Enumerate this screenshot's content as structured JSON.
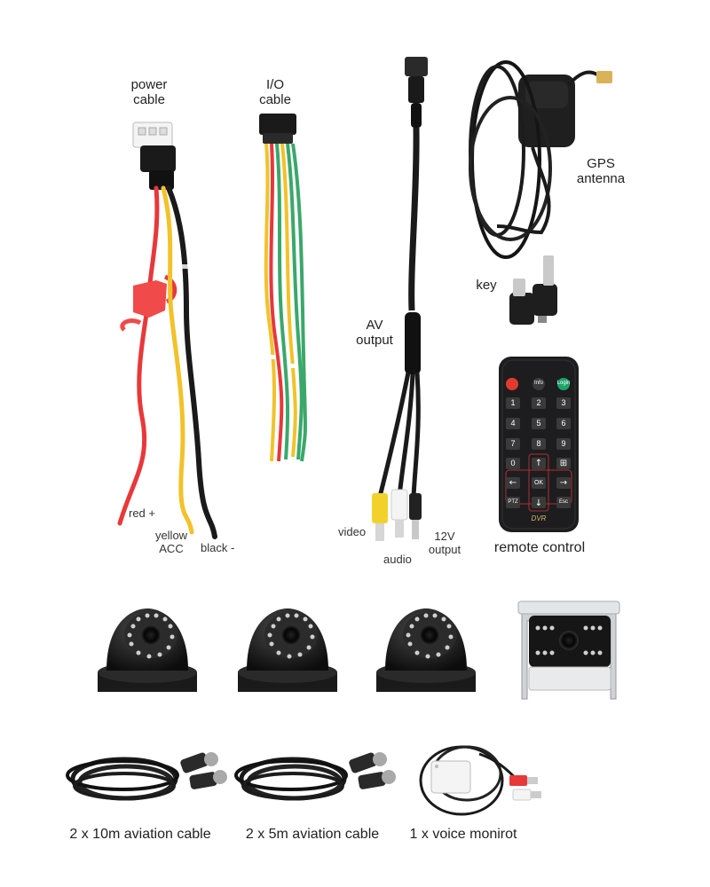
{
  "labels": {
    "power_cable": [
      "power",
      "cable"
    ],
    "io_cable": [
      "I/O",
      "cable"
    ],
    "gps_antenna": [
      "GPS",
      "antenna"
    ],
    "key": "key",
    "av_output": [
      "AV",
      "output"
    ],
    "red": "red +",
    "yellow_acc": [
      "yellow",
      "ACC"
    ],
    "black": "black -",
    "video": "video",
    "audio": "audio",
    "v12_output": [
      "12V",
      "output"
    ],
    "remote_control": "remote control",
    "cable_10m": "2 x 10m aviation cable",
    "cable_5m": "2 x 5m aviation cable",
    "voice_monitor": "1 x voice monirot"
  },
  "remote": {
    "top_row": [
      "",
      "Info",
      "Login"
    ],
    "digits": [
      "1",
      "2",
      "3",
      "4",
      "5",
      "6",
      "7",
      "8",
      "9"
    ],
    "zero": "0",
    "ok": "OK",
    "ptz": "PTZ",
    "esc": "Esc",
    "brand": "DVR"
  },
  "colors": {
    "cable_black": "#1a1a1a",
    "wire_red": "#e8383a",
    "wire_yellow": "#f2c22a",
    "wire_green": "#3aa86b",
    "remote_body": "#1d1d1f",
    "power_button": "#e23b2e",
    "login_button": "#1fa36a"
  }
}
